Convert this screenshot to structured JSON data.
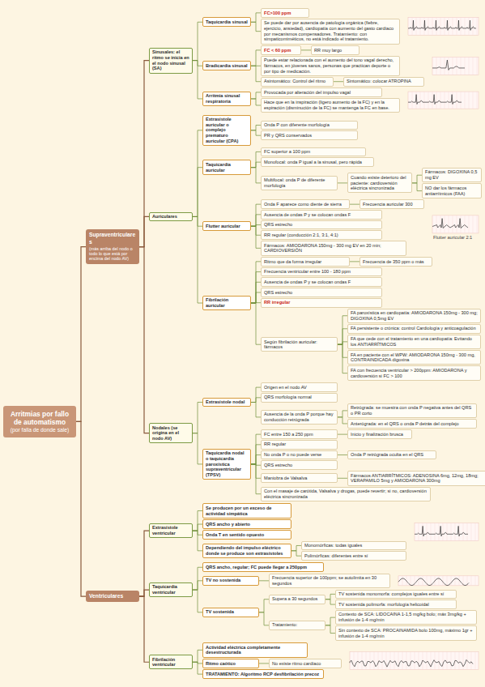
{
  "diagram": {
    "nodes": [
      {
        "text": [
          "Arritmias por fallo de automatismo",
          "(por falla de donde sale)"
        ]
      },
      {
        "text": [
          "Supraventriculares",
          "(más arriba del nodo o todo lo que está por encima del nodo AV)"
        ]
      },
      {
        "text": [
          "Sinusales: el ritmo se inicia en el nodo sinusal (SA)"
        ]
      },
      {
        "text": [
          "Taquicardia sinusal"
        ]
      },
      {
        "text": [
          "FC>100 ppm"
        ]
      },
      {
        "text": [
          "Se puede dar por ausencia de patología orgánica (fiebre, ejercicio, ansiedad), cardiopatía con aumento del gasto cardíaco por mecanismos compensadores. Tratamiento: con simpaticomiméticos, no está indicado el tratamiento."
        ]
      },
      {
        "text": [
          "Bradicardia sinusal"
        ]
      },
      {
        "text": [
          "FC < 60 ppm"
        ]
      },
      {
        "text": [
          "RR muy largo"
        ]
      },
      {
        "text": [
          "Puede estar relacionada con el aumento del tono vagal derecho, fármacos, en jóvenes sanos, personas que practican deporte o por tipo de medicación."
        ]
      },
      {
        "text": [
          "Asintomático: Control del ritmo"
        ]
      },
      {
        "text": [
          "Sintomático: colocar ATROPINA"
        ]
      },
      {
        "text": [
          "Arritmia sinusal respiratoria"
        ]
      },
      {
        "text": [
          "Provocada por alteración del impulso vagal"
        ]
      },
      {
        "text": [
          "Hace que en la inspiración (ligero aumento de la FC) y en la espiración (disminución de la FC) se mantenga la FC en base."
        ]
      },
      {
        "text": [
          "Auriculares"
        ]
      },
      {
        "text": [
          "Extrasístole auricular o complejo prematuro auricular (CPA)"
        ]
      },
      {
        "text": [
          "Onda P con diferente morfología"
        ]
      },
      {
        "text": [
          "PR y QRS conservados"
        ]
      },
      {
        "text": [
          "Taquicardia auricular"
        ]
      },
      {
        "text": [
          "FC superior a 100 ppm"
        ]
      },
      {
        "text": [
          "Monofocal: onda P igual a la sinusal, pero rápida"
        ]
      },
      {
        "text": [
          "Multifocal: onda P de diferente morfología"
        ]
      },
      {
        "text": [
          "Cuando existe deterioro del paciente: cardioversión eléctrica sincronizada"
        ]
      },
      {
        "text": [
          "Fármacos: DIGOXINA 0,5 mg EV"
        ]
      },
      {
        "text": [
          "NO dar los fármacos antiarrítmicos (FAA)"
        ]
      },
      {
        "text": [
          "Flutter auricular"
        ]
      },
      {
        "text": [
          "Onda F aparece como diente de sierra"
        ]
      },
      {
        "text": [
          "Frecuencia auricular 300"
        ]
      },
      {
        "text": [
          "Ausencia de ondas P y se colocan ondas F"
        ]
      },
      {
        "text": [
          "QRS estrecho"
        ]
      },
      {
        "text": [
          "RR regular (conducción 2:1, 3:1, 4:1)"
        ]
      },
      {
        "text": [
          "Fármacos: AMIODARONA 150mg - 300 mg EV en 20 min; CARDIOVERSIÓN"
        ]
      },
      {
        "text": [
          "Fibrilación auricular"
        ]
      },
      {
        "text": [
          "Ritmo que da forma irregular"
        ]
      },
      {
        "text": [
          "Frecuencia de 350 ppm o más"
        ]
      },
      {
        "text": [
          "Frecuencia ventricular entre 100 - 180 ppm"
        ]
      },
      {
        "text": [
          "Ausencia de ondas P y se colocan ondas F"
        ]
      },
      {
        "text": [
          "QRS estrecho"
        ]
      },
      {
        "text": [
          "RR irregular"
        ]
      },
      {
        "text": [
          "Según fibrilación auricular: fármacos"
        ]
      },
      {
        "text": [
          "FA paroxística en cardiopatía: AMIODARONA 150mg - 300 mg; DIGOXINA 0,5mg EV"
        ]
      },
      {
        "text": [
          "FA persistente o crónica: control Cardiología y anticoagulación"
        ]
      },
      {
        "text": [
          "FA que cede con el tratamiento en una cardiopatía: Evitando los ANTIARRÍTMICOS"
        ]
      },
      {
        "text": [
          "FA en paciente con el WPW: AMIODARONA 150mg - 300 mg, CONTRAINDICADA digoxina"
        ]
      },
      {
        "text": [
          "FA con frecuencia ventricular > 200ppm: AMIODARONA y cardioversión si FC > 100"
        ]
      },
      {
        "text": [
          "Nodales (se origina en el nodo AV)"
        ]
      },
      {
        "text": [
          "Extrasístole nodal"
        ]
      },
      {
        "text": [
          "Origen en el nodo AV"
        ]
      },
      {
        "text": [
          "QRS morfología normal"
        ]
      },
      {
        "text": [
          "Ausencia de la onda P porque hay conducción retrógrada"
        ]
      },
      {
        "text": [
          "Retrógrada: se muestra con onda P negativa antes del QRS o PR corto"
        ]
      },
      {
        "text": [
          "Anterógrada: en el QRS o onda P detrás del complejo"
        ]
      },
      {
        "text": [
          "Taquicardia nodal o taquicardia paroxística supraventricular (TPSV)"
        ]
      },
      {
        "text": [
          "FC entre 150 a 250 ppm"
        ]
      },
      {
        "text": [
          "Inicio y finalización brusca"
        ]
      },
      {
        "text": [
          "RR regular"
        ]
      },
      {
        "text": [
          "No onda P o no puede verse"
        ]
      },
      {
        "text": [
          "Onda P retrógrada oculta en el QRS"
        ]
      },
      {
        "text": [
          "QRS estrecho"
        ]
      },
      {
        "text": [
          "Maniobra de Valsalva"
        ]
      },
      {
        "text": [
          "Fármacos ANTIARRÍTMICOS: ADENOSINA 6mg, 12mg, 18mg; VERAPAMILO 5mg y AMIODARONA 300mg"
        ]
      },
      {
        "text": [
          "Con el masaje de carótida, Valsalva y drogas, puede revertir; si no, cardioversión eléctrica sincronizada"
        ]
      },
      {
        "text": [
          "Ventriculares"
        ]
      },
      {
        "text": [
          "Extrasístole ventricular"
        ]
      },
      {
        "text": [
          "Se producen por un exceso de actividad simpática"
        ]
      },
      {
        "text": [
          "QRS ancho y abierto"
        ]
      },
      {
        "text": [
          "Onda T en sentido opuesto"
        ]
      },
      {
        "text": [
          "Dependiendo del impulso eléctrico donde se produce son extrasístoles"
        ]
      },
      {
        "text": [
          "Monomórficas: todas iguales"
        ]
      },
      {
        "text": [
          "Polimórficas: diferentes entre sí"
        ]
      },
      {
        "text": [
          "Taquicardia ventricular"
        ]
      },
      {
        "text": [
          "QRS ancho, regular; FC puede llegar a 250ppm"
        ]
      },
      {
        "text": [
          "TV no sostenida"
        ]
      },
      {
        "text": [
          "Frecuencia superior de 100ppm; se autolimita en 30 segundos"
        ]
      },
      {
        "text": [
          "TV sostenida"
        ]
      },
      {
        "text": [
          "Supera a 30 segundos"
        ]
      },
      {
        "text": [
          "TV sostenida monomorfa: complejos iguales entre sí"
        ]
      },
      {
        "text": [
          "TV sostenida polimorfa: morfología helicoidal"
        ]
      },
      {
        "text": [
          "Tratamiento:"
        ]
      },
      {
        "text": [
          "Contexto de SCA: LIDOCAINA 1-1,5 mg/kg bolo; máx 3mg/kg + infusión de 1-4 mg/min"
        ]
      },
      {
        "text": [
          "Sin contexto de SCA: PROCAINAMIDA bolo 100mg, máximo 1gr + infusión de 1-4 mg/min"
        ]
      },
      {
        "text": [
          "Fibrilación ventricular"
        ]
      },
      {
        "text": [
          "Actividad eléctrica completamente desestructurada"
        ]
      },
      {
        "text": [
          "Ritmo caótico"
        ]
      },
      {
        "text": [
          "No existe ritmo cardíaco"
        ]
      },
      {
        "text": [
          "TRATAMIENTO: Algoritmo RCP desfibrilación precoz"
        ]
      }
    ],
    "edges": [
      {
        "from": 0,
        "to": 1,
        "arrow": "none"
      },
      {
        "from": 0,
        "to": 63,
        "arrow": "none"
      },
      {
        "from": 1,
        "to": 2,
        "arrow": "none"
      },
      {
        "from": 1,
        "to": 15,
        "arrow": "none"
      },
      {
        "from": 1,
        "to": 46,
        "arrow": "none"
      },
      {
        "from": 2,
        "to": 3,
        "arrow": "none"
      },
      {
        "from": 2,
        "to": 6,
        "arrow": "none"
      },
      {
        "from": 2,
        "to": 12,
        "arrow": "none"
      },
      {
        "from": 3,
        "to": 4,
        "arrow": "none"
      },
      {
        "from": 3,
        "to": 5,
        "arrow": "none"
      },
      {
        "from": 6,
        "to": 7,
        "arrow": "none"
      },
      {
        "from": 7,
        "to": 8,
        "arrow": "none"
      },
      {
        "from": 6,
        "to": 9,
        "arrow": "none"
      },
      {
        "from": 6,
        "to": 10,
        "arrow": "none"
      },
      {
        "from": 10,
        "to": 11,
        "arrow": "none"
      },
      {
        "from": 12,
        "to": 13,
        "arrow": "none"
      },
      {
        "from": 12,
        "to": 14,
        "arrow": "none"
      },
      {
        "from": 15,
        "to": 16,
        "arrow": "none"
      },
      {
        "from": 15,
        "to": 19,
        "arrow": "none"
      },
      {
        "from": 15,
        "to": 26,
        "arrow": "none"
      },
      {
        "from": 15,
        "to": 33,
        "arrow": "none"
      },
      {
        "from": 16,
        "to": 17,
        "arrow": "none"
      },
      {
        "from": 16,
        "to": 18,
        "arrow": "none"
      },
      {
        "from": 19,
        "to": 20,
        "arrow": "none"
      },
      {
        "from": 19,
        "to": 21,
        "arrow": "none"
      },
      {
        "from": 19,
        "to": 22,
        "arrow": "none"
      },
      {
        "from": 22,
        "to": 23,
        "arrow": "none"
      },
      {
        "from": 23,
        "to": 24,
        "arrow": "none"
      },
      {
        "from": 23,
        "to": 25,
        "arrow": "none"
      },
      {
        "from": 26,
        "to": 27,
        "arrow": "none"
      },
      {
        "from": 27,
        "to": 28,
        "arrow": "none"
      },
      {
        "from": 26,
        "to": 29,
        "arrow": "none"
      },
      {
        "from": 26,
        "to": 30,
        "arrow": "none"
      },
      {
        "from": 26,
        "to": 31,
        "arrow": "none"
      },
      {
        "from": 26,
        "to": 32,
        "arrow": "none"
      },
      {
        "from": 33,
        "to": 34,
        "arrow": "none"
      },
      {
        "from": 34,
        "to": 35,
        "arrow": "none"
      },
      {
        "from": 33,
        "to": 36,
        "arrow": "none"
      },
      {
        "from": 33,
        "to": 37,
        "arrow": "none"
      },
      {
        "from": 33,
        "to": 38,
        "arrow": "none"
      },
      {
        "from": 33,
        "to": 39,
        "arrow": "none"
      },
      {
        "from": 33,
        "to": 40,
        "arrow": "none"
      },
      {
        "from": 40,
        "to": 41,
        "arrow": "none"
      },
      {
        "from": 40,
        "to": 42,
        "arrow": "none"
      },
      {
        "from": 40,
        "to": 43,
        "arrow": "none"
      },
      {
        "from": 40,
        "to": 44,
        "arrow": "none"
      },
      {
        "from": 40,
        "to": 45,
        "arrow": "none"
      },
      {
        "from": 46,
        "to": 47,
        "arrow": "none"
      },
      {
        "from": 46,
        "to": 53,
        "arrow": "none"
      },
      {
        "from": 47,
        "to": 48,
        "arrow": "none"
      },
      {
        "from": 47,
        "to": 49,
        "arrow": "none"
      },
      {
        "from": 47,
        "to": 50,
        "arrow": "none"
      },
      {
        "from": 50,
        "to": 51,
        "arrow": "none"
      },
      {
        "from": 50,
        "to": 52,
        "arrow": "none"
      },
      {
        "from": 53,
        "to": 54,
        "arrow": "none"
      },
      {
        "from": 54,
        "to": 55,
        "arrow": "none"
      },
      {
        "from": 53,
        "to": 56,
        "arrow": "none"
      },
      {
        "from": 53,
        "to": 57,
        "arrow": "none"
      },
      {
        "from": 57,
        "to": 58,
        "arrow": "none"
      },
      {
        "from": 53,
        "to": 59,
        "arrow": "none"
      },
      {
        "from": 53,
        "to": 60,
        "arrow": "none"
      },
      {
        "from": 60,
        "to": 61,
        "arrow": "none"
      },
      {
        "from": 53,
        "to": 62,
        "arrow": "none"
      },
      {
        "from": 63,
        "to": 64,
        "arrow": "none"
      },
      {
        "from": 63,
        "to": 71,
        "arrow": "none"
      },
      {
        "from": 63,
        "to": 82,
        "arrow": "none"
      },
      {
        "from": 64,
        "to": 65,
        "arrow": "none"
      },
      {
        "from": 64,
        "to": 66,
        "arrow": "none"
      },
      {
        "from": 64,
        "to": 67,
        "arrow": "none"
      },
      {
        "from": 64,
        "to": 68,
        "arrow": "none"
      },
      {
        "from": 68,
        "to": 69,
        "arrow": "none"
      },
      {
        "from": 68,
        "to": 70,
        "arrow": "none"
      },
      {
        "from": 71,
        "to": 72,
        "arrow": "none"
      },
      {
        "from": 71,
        "to": 73,
        "arrow": "none"
      },
      {
        "from": 73,
        "to": 74,
        "arrow": "none"
      },
      {
        "from": 71,
        "to": 75,
        "arrow": "none"
      },
      {
        "from": 75,
        "to": 76,
        "arrow": "none"
      },
      {
        "from": 76,
        "to": 77,
        "arrow": "none"
      },
      {
        "from": 76,
        "to": 78,
        "arrow": "none"
      },
      {
        "from": 75,
        "to": 79,
        "arrow": "none"
      },
      {
        "from": 79,
        "to": 80,
        "arrow": "none"
      },
      {
        "from": 79,
        "to": 81,
        "arrow": "none"
      },
      {
        "from": 82,
        "to": 83,
        "arrow": "none"
      },
      {
        "from": 82,
        "to": 84,
        "arrow": "none"
      },
      {
        "from": 84,
        "to": 85,
        "arrow": "none"
      },
      {
        "from": 82,
        "to": 86,
        "arrow": "none"
      }
    ],
    "labels": [
      "Flutter auricular 2:1"
    ]
  }
}
